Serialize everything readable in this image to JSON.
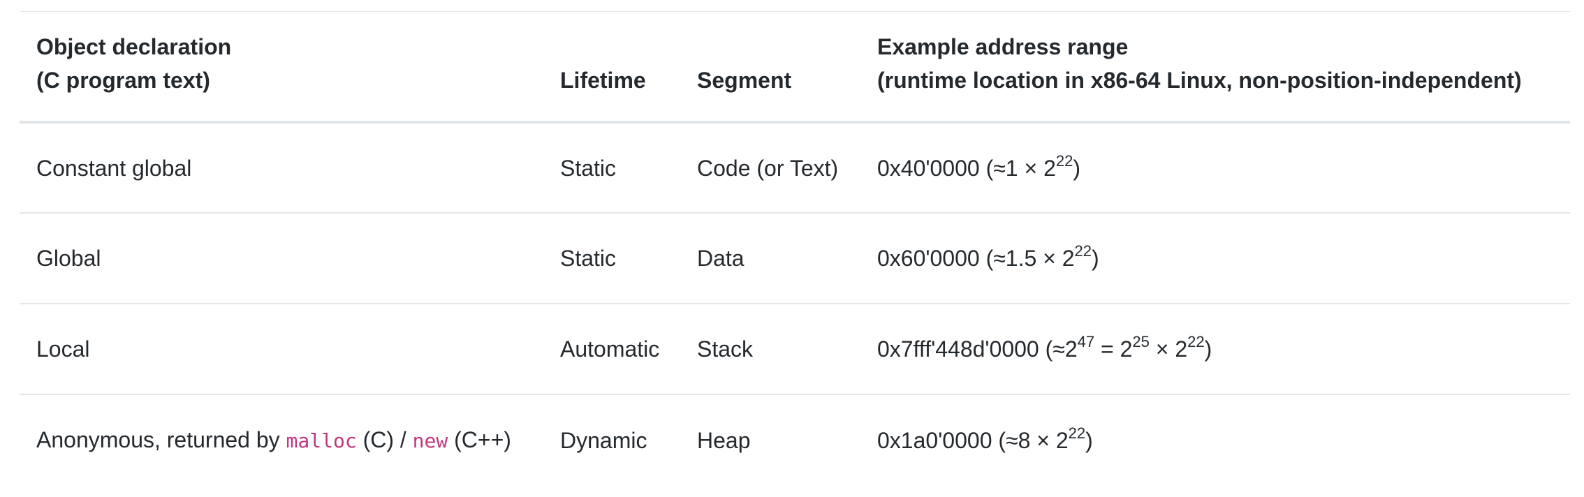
{
  "table": {
    "headers": {
      "declaration": [
        "Object declaration",
        "(C program text)"
      ],
      "lifetime": "Lifetime",
      "segment": "Segment",
      "address": [
        "Example address range",
        "(runtime location in x86-64 Linux, non-position-independent)"
      ]
    },
    "rows": [
      {
        "declaration": "Constant global",
        "lifetime": "Static",
        "segment": "Code (or Text)",
        "address": {
          "value": "0x40'0000",
          "approx": " (≈1 × 2",
          "exp": "22",
          "close": ")"
        }
      },
      {
        "declaration": "Global",
        "lifetime": "Static",
        "segment": "Data",
        "address": {
          "value": "0x60'0000",
          "approx": " (≈1.5 × 2",
          "exp": "22",
          "close": ")"
        }
      },
      {
        "declaration": "Local",
        "lifetime": "Automatic",
        "segment": "Stack",
        "address": {
          "value": "0x7fff'448d'0000",
          "approx": " (≈2",
          "exp1": "47",
          "mid1": " = 2",
          "exp2": "25",
          "mid2": " × 2",
          "exp3": "22",
          "close": ")"
        }
      },
      {
        "declaration": {
          "prefix": "Anonymous, returned by ",
          "code1": "malloc",
          "mid": " (C) / ",
          "code2": "new",
          "suffix": " (C++)"
        },
        "lifetime": "Dynamic",
        "segment": "Heap",
        "address": {
          "value": "0x1a0'0000",
          "approx": " (≈8 × 2",
          "exp": "22",
          "close": ")"
        }
      }
    ]
  }
}
